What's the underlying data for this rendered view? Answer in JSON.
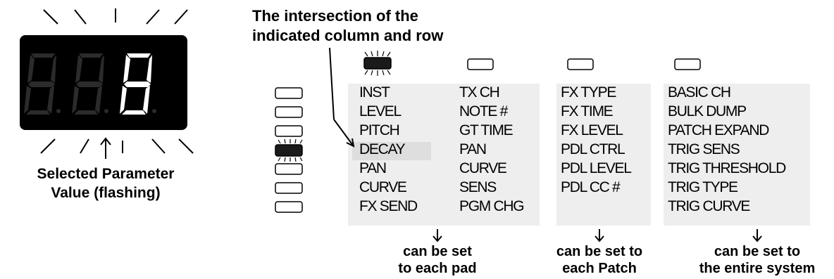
{
  "display": {
    "digits": [
      "8",
      "8",
      "8"
    ],
    "lit_digit": "8",
    "caption_line1": "Selected Parameter",
    "caption_line2": "Value (flashing)"
  },
  "callout": {
    "line1": "The intersection of the",
    "line2": "indicated column and row"
  },
  "rows_selected_index": 3,
  "columns": [
    {
      "params": [
        "INST",
        "LEVEL",
        "PITCH",
        "DECAY",
        "PAN",
        "CURVE",
        "FX SEND"
      ]
    },
    {
      "params": [
        "TX CH",
        "NOTE #",
        "GT TIME",
        "PAN",
        "CURVE",
        "SENS",
        "PGM CHG"
      ]
    },
    {
      "params": [
        "FX TYPE",
        "FX TIME",
        "FX LEVEL",
        "PDL CTRL",
        "PDL LEVEL",
        "PDL CC #"
      ]
    },
    {
      "params": [
        "BASIC CH",
        "BULK DUMP",
        "PATCH EXPAND",
        "TRIG SENS",
        "TRIG THRESHOLD",
        "TRIG TYPE",
        "TRIG CURVE"
      ]
    }
  ],
  "notes": [
    {
      "line1": "can be set",
      "line2": "to each pad"
    },
    {
      "line1": "can be set to",
      "line2": "each Patch"
    },
    {
      "line1": "can be set to",
      "line2": "the entire system"
    }
  ],
  "colors": {
    "panel": "#eeeeee",
    "highlight": "#dedede",
    "display_bg": "#000000",
    "segment_dim": "#2b2b2b",
    "segment_lit": "#ffffff",
    "led_lit": "#1a1a1a"
  }
}
